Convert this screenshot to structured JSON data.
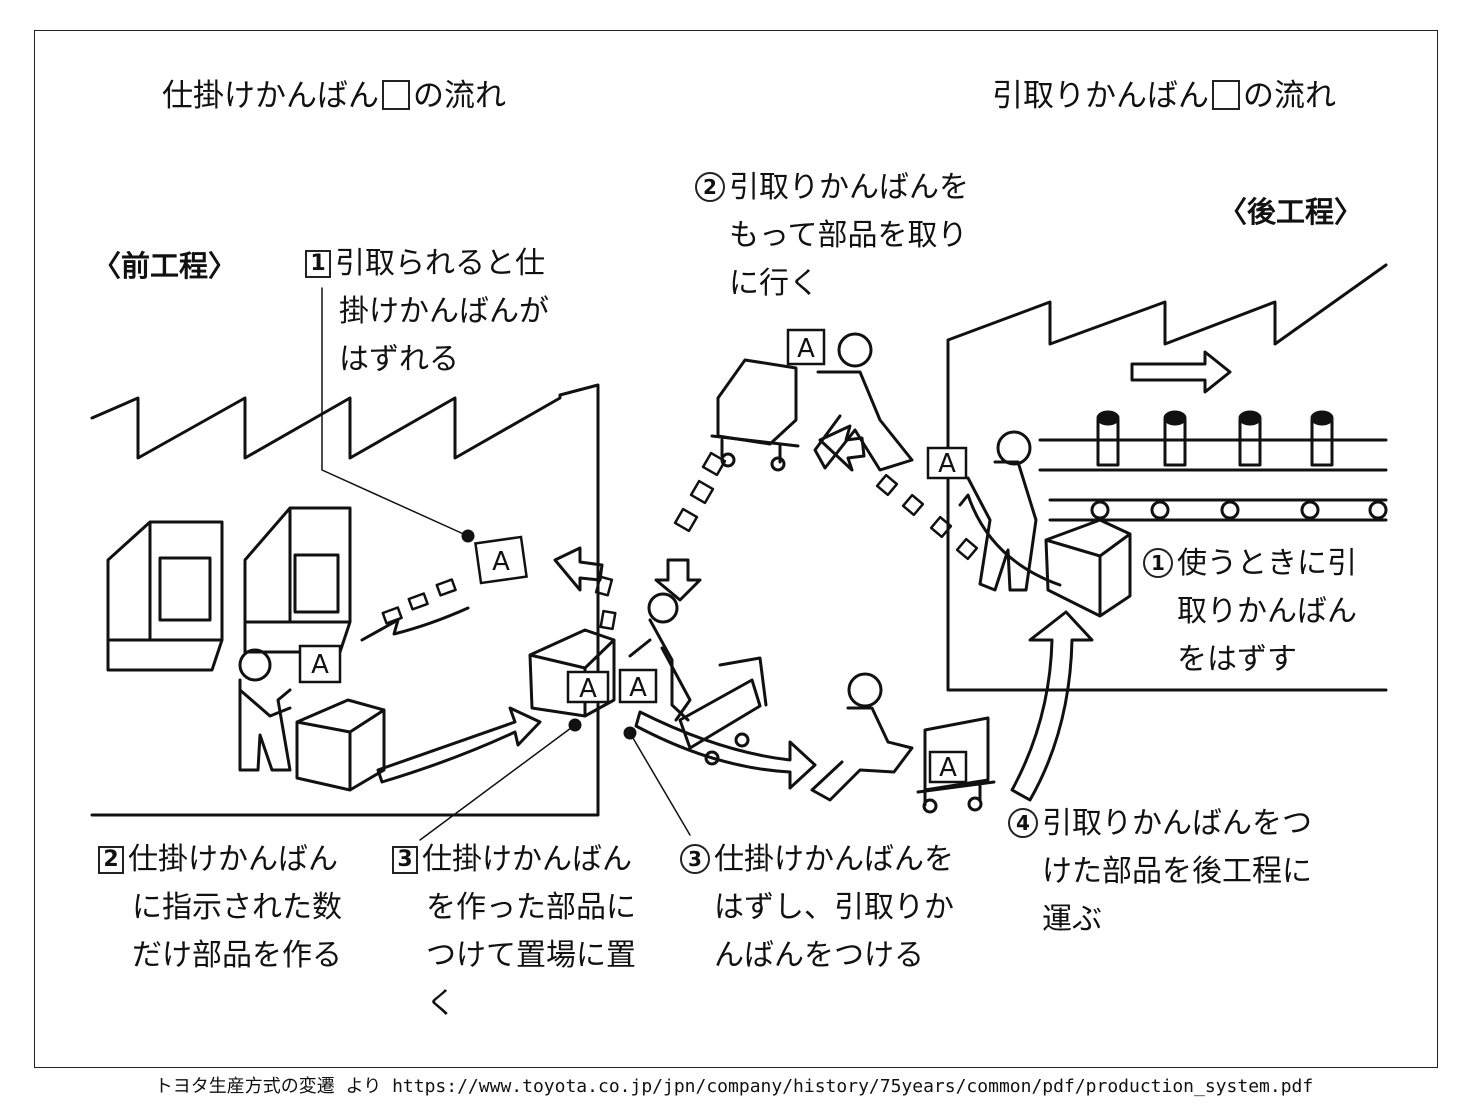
{
  "headings": {
    "left_prefix": "仕掛けかんばん",
    "left_suffix": "の流れ",
    "right_prefix": "引取りかんばん",
    "right_suffix": "の流れ"
  },
  "sections": {
    "upstream": "〈前工程〉",
    "downstream": "〈後工程〉"
  },
  "steps": {
    "s1_box": {
      "num": "1",
      "lines": [
        "引取られると仕",
        "掛けかんばんが",
        "はずれる"
      ]
    },
    "s2_circle": {
      "num": "2",
      "lines": [
        "引取りかんばんを",
        "もって部品を取り",
        "に行く"
      ]
    },
    "s1_circle": {
      "num": "1",
      "lines": [
        "使うときに引",
        "取りかんばん",
        "をはずす"
      ]
    },
    "s2_box": {
      "num": "2",
      "lines": [
        "仕掛けかんばん",
        "に指示された数",
        "だけ部品を作る"
      ]
    },
    "s3_box": {
      "num": "3",
      "lines": [
        "仕掛けかんばん",
        "を作った部品に",
        "つけて置場に置",
        "く"
      ]
    },
    "s3_circle": {
      "num": "3",
      "lines": [
        "仕掛けかんばんを",
        "はずし、引取りか",
        "んばんをつける"
      ]
    },
    "s4_circle": {
      "num": "4",
      "lines": [
        "引取りかんばんをつ",
        "けた部品を後工程に",
        "運ぶ"
      ]
    }
  },
  "kanban_letter": "A",
  "footer": "トヨタ生産方式の変遷 より https://www.toyota.co.jp/jpn/company/history/75years/common/pdf/production_system.pdf"
}
